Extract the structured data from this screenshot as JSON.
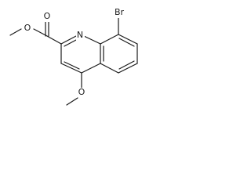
{
  "molecule": {
    "atoms": {
      "bromine": "Br",
      "ring_nitrogen": "N",
      "carbonyl_oxygen": "O",
      "ester_oxygen": "O",
      "methoxy_oxygen": "O"
    }
  }
}
